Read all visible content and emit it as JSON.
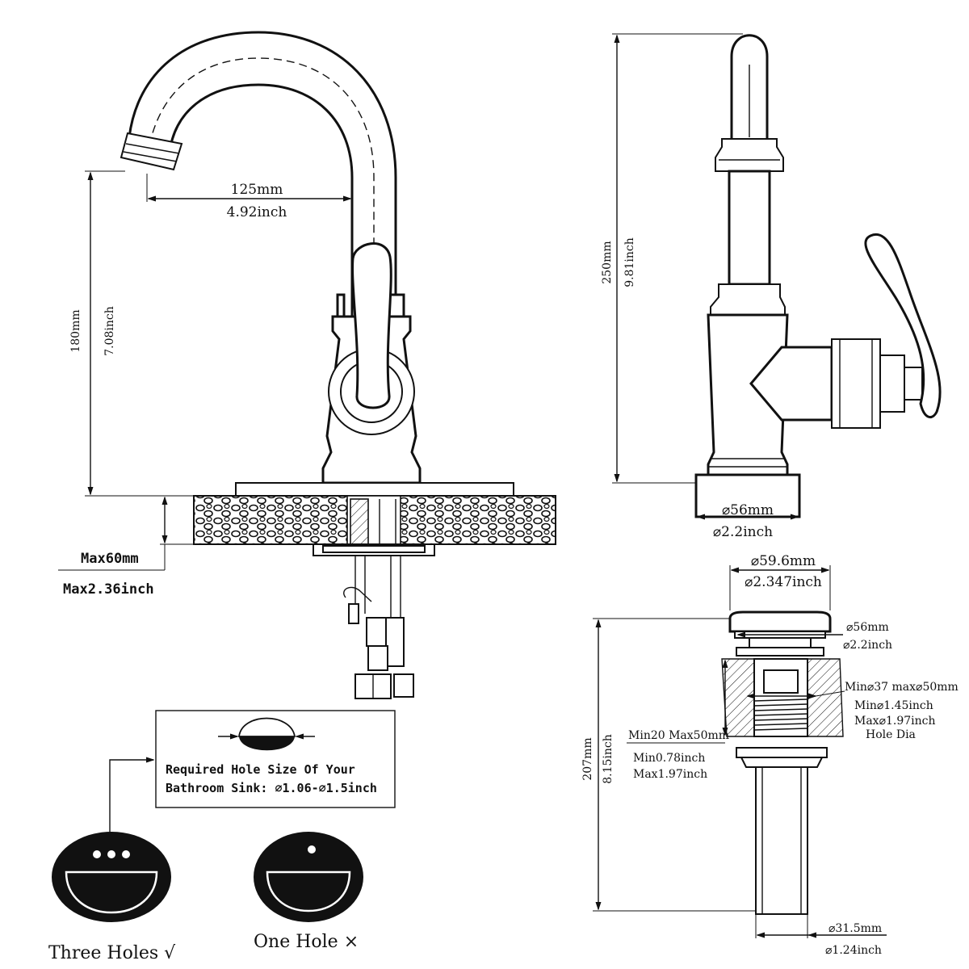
{
  "faucet_front": {
    "reach_mm": "125mm",
    "reach_inch": "4.92inch",
    "height_mm": "180mm",
    "height_inch": "7.08inch",
    "deck_mm": "Max60mm",
    "deck_inch": "Max2.36inch"
  },
  "faucet_side": {
    "height_mm": "250mm",
    "height_inch": "9.81inch",
    "base_mm": "⌀56mm",
    "base_inch": "⌀2.2inch"
  },
  "hole_note": {
    "line1": "Required Hole Size Of Your",
    "line2": "Bathroom Sink: ⌀1.06-⌀1.5inch"
  },
  "sinks": {
    "three_holes": "Three Holes √",
    "one_hole": "One Hole ×"
  },
  "drain": {
    "cap_mm": "⌀59.6mm",
    "cap_inch": "⌀2.347inch",
    "flange_mm": "⌀56mm",
    "flange_inch": "⌀2.2inch",
    "hole_mm": "Min⌀37 max⌀50mm",
    "hole_min_inch": "Min⌀1.45inch",
    "hole_max_inch": "Max⌀1.97inch",
    "hole_dia": "Hole Dia",
    "thick_mm": "Min20 Max50mm",
    "thick_min_inch": "Min0.78inch",
    "thick_max_inch": "Max1.97inch",
    "height_mm": "207mm",
    "height_inch": "8.15inch",
    "tail_mm": "⌀31.5mm",
    "tail_inch": "⌀1.24inch"
  }
}
